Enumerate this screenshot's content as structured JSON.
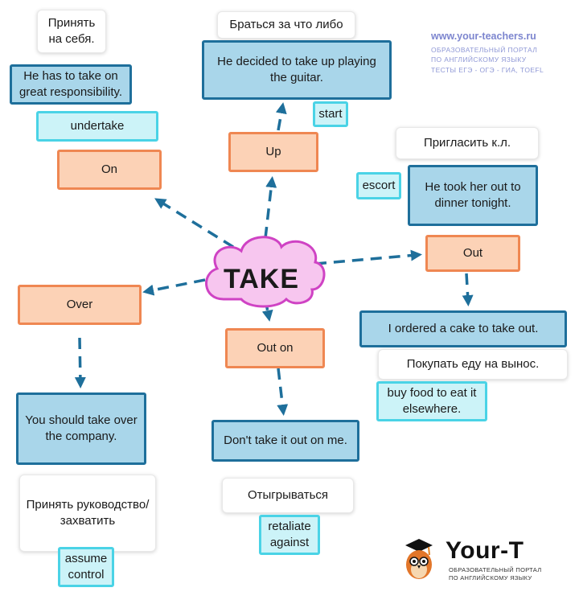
{
  "center": "TAKE",
  "branches": {
    "on": {
      "particle": "On",
      "translation": "Принять на себя.",
      "example": "He has to take on great responsibility.",
      "synonym": "undertake"
    },
    "up": {
      "particle": "Up",
      "translation": "Браться за что либо",
      "example": "He decided to take up playing the guitar.",
      "synonym": "start"
    },
    "out": {
      "particle": "Out",
      "translation": "Пригласить к.л.",
      "example": "He took her out to dinner tonight.",
      "synonym": "escort"
    },
    "out_food": {
      "translation": "Покупать еду на вынос.",
      "example": "I ordered a cake to take out.",
      "synonym": "buy food to eat it elsewhere."
    },
    "over": {
      "particle": "Over",
      "translation": "Принять руководство/ захватить",
      "example": "You should take over the company.",
      "synonym": "assume control"
    },
    "out_on": {
      "particle": "Out on",
      "translation": "Отыгрываться",
      "example": "Don't take it out on me.",
      "synonym": "retaliate against"
    }
  },
  "watermark": {
    "site": "www.your-teachers.ru",
    "lines": [
      "ОБРАЗОВАТЕЛЬНЫЙ ПОРТАЛ",
      "ПО АНГЛИЙСКОМУ ЯЗЫКУ",
      "ТЕСТЫ ЕГЭ - ОГЭ - ГИА, TOEFL"
    ]
  },
  "logo": {
    "name": "Your-T",
    "tagline": [
      "ОБРАЗОВАТЕЛЬНЫЙ ПОРТАЛ",
      "ПО АНГЛИЙСКОМУ ЯЗЫКУ"
    ]
  },
  "colors": {
    "arrow": "#1e6f9b",
    "example_fill": "#a9d6ea",
    "example_border": "#1e6f9b",
    "synonym_fill": "#ccf3f8",
    "synonym_border": "#4ad3e6",
    "particle_fill": "#fcd2b6",
    "particle_border": "#ef8752",
    "cloud_fill": "#f7c6ef",
    "cloud_border": "#cf43c4"
  }
}
